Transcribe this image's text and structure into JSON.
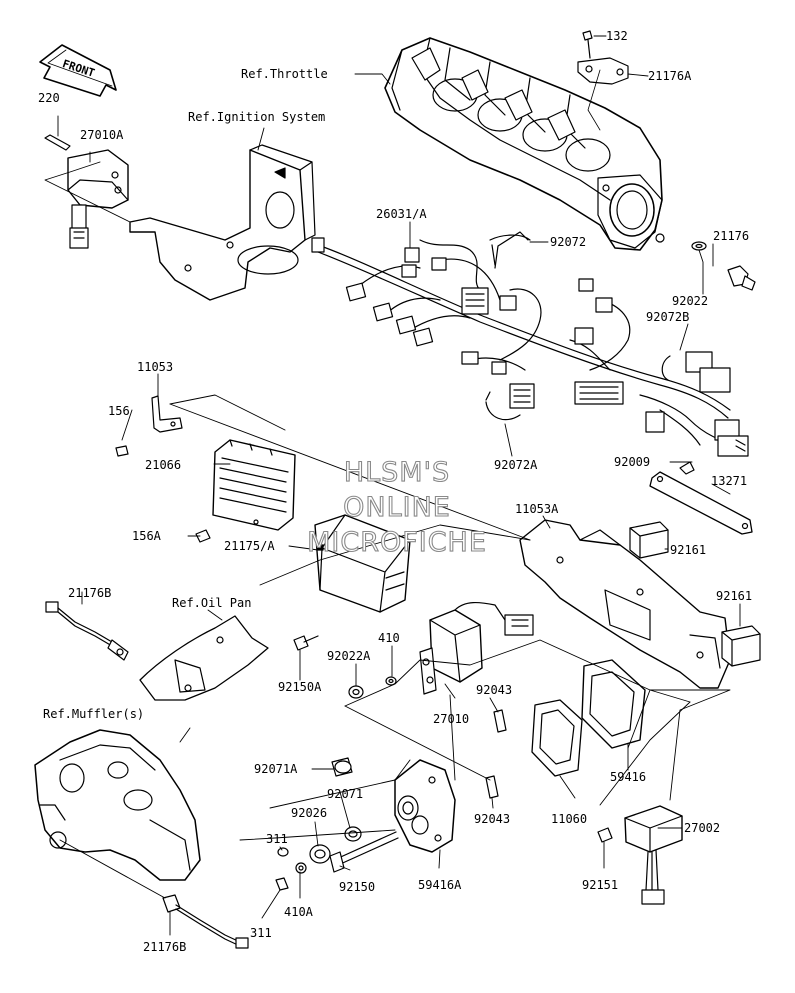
{
  "page": {
    "watermark_lines": [
      "HLSM'S",
      "ONLINE",
      "MICROFICHE"
    ],
    "front_arrow_label": "FRONT"
  },
  "references": {
    "throttle": "Ref.Throttle",
    "ignition": "Ref.Ignition System",
    "oil_pan": "Ref.Oil Pan",
    "muffler": "Ref.Muffler(s)"
  },
  "parts": {
    "p132": "132",
    "p21176A": "21176A",
    "p220": "220",
    "p27010A": "27010A",
    "p26031A": "26031/A",
    "p92072": "92072",
    "p21176": "21176",
    "p92022": "92022",
    "p92072B": "92072B",
    "p11053": "11053",
    "p156": "156",
    "p21066": "21066",
    "p92072A": "92072A",
    "p92009": "92009",
    "p13271": "13271",
    "p11053A": "11053A",
    "p156A": "156A",
    "p21175A": "21175/A",
    "p92161_top": "92161",
    "p21176B_top": "21176B",
    "p92161_right": "92161",
    "p410": "410",
    "p92022A": "92022A",
    "p92150A": "92150A",
    "p92043_a": "92043",
    "p27010": "27010",
    "p59416": "59416",
    "p92071A": "92071A",
    "p92071": "92071",
    "p92026": "92026",
    "p311_top": "311",
    "p92043_b": "92043",
    "p11060": "11060",
    "p27002": "27002",
    "p92151": "92151",
    "p92150": "92150",
    "p59416A": "59416A",
    "p410A": "410A",
    "p311_bottom": "311",
    "p21176B_bottom": "21176B"
  }
}
